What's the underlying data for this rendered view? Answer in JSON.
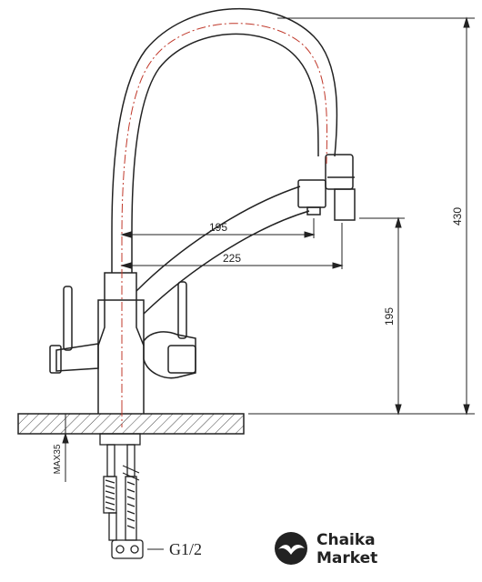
{
  "dimensions": {
    "total_height": "430",
    "spout_height": "195",
    "reach_inner": "195",
    "reach_outer": "225",
    "max_thickness": "MAX35",
    "thread": "G1/2"
  },
  "brand": {
    "line1": "Chaika",
    "line2": "Market",
    "logo": "seagull-logo-icon"
  },
  "colors": {
    "line": "#222222",
    "centerline": "#c0392b",
    "hatch": "#444444"
  }
}
